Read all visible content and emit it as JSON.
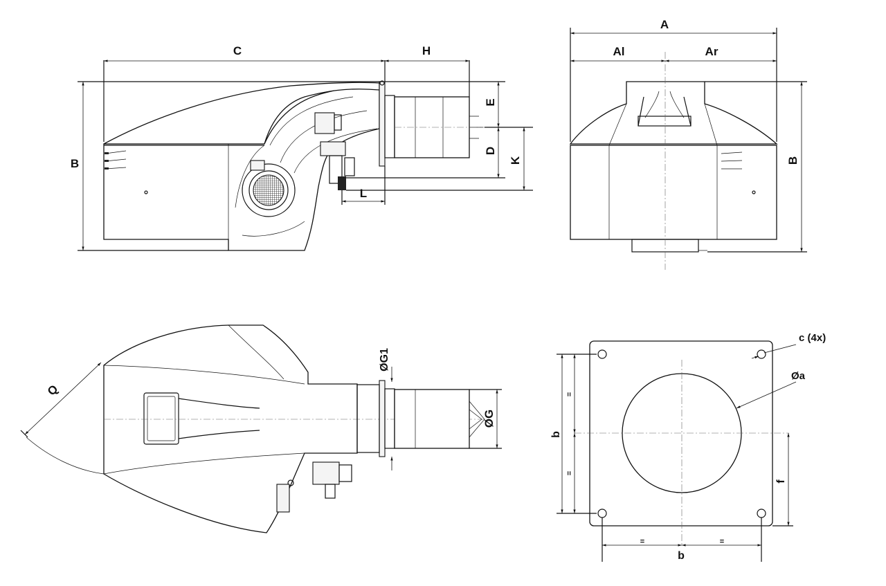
{
  "views": {
    "side": {
      "labels": {
        "C": "C",
        "H": "H",
        "B": "B",
        "E": "E",
        "D": "D",
        "K": "K",
        "L": "L"
      }
    },
    "front": {
      "labels": {
        "A": "A",
        "Al": "Al",
        "Ar": "Ar",
        "B": "B"
      }
    },
    "top": {
      "labels": {
        "Q": "Q",
        "G1": "ØG1",
        "G": "ØG"
      }
    },
    "flange": {
      "labels": {
        "c": "c (4x)",
        "a": "Øa",
        "b_vertical": "b",
        "b_horizontal": "b",
        "f": "f",
        "eq": "="
      }
    }
  },
  "colors": {
    "line": "#111111",
    "centerline": "#666666",
    "background": "#ffffff"
  }
}
